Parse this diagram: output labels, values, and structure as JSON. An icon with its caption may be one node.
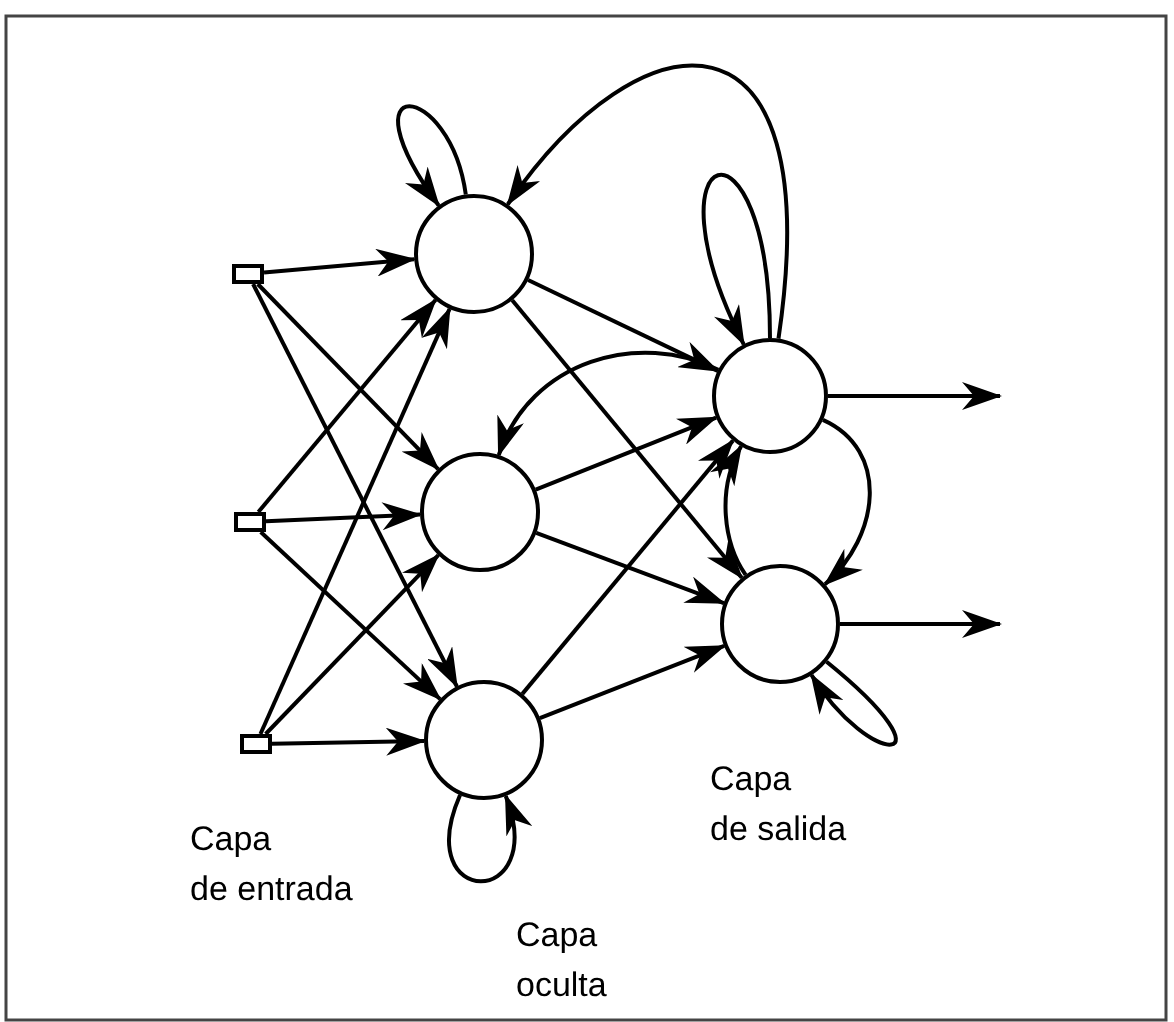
{
  "diagram": {
    "nodes": [
      {
        "text": [],
        "shape": "box"
      },
      {
        "text": [],
        "shape": "box"
      },
      {
        "text": [],
        "shape": "box"
      },
      {
        "text": [],
        "shape": "circle"
      },
      {
        "text": [],
        "shape": "circle"
      },
      {
        "text": [],
        "shape": "circle"
      },
      {
        "text": [],
        "shape": "circle"
      },
      {
        "text": [],
        "shape": "circle"
      }
    ],
    "edges": [
      {
        "from": 0,
        "to": 3,
        "arrow": "to"
      },
      {
        "from": 0,
        "to": 4,
        "arrow": "to"
      },
      {
        "from": 0,
        "to": 5,
        "arrow": "to"
      },
      {
        "from": 1,
        "to": 3,
        "arrow": "to"
      },
      {
        "from": 1,
        "to": 4,
        "arrow": "to"
      },
      {
        "from": 1,
        "to": 5,
        "arrow": "to"
      },
      {
        "from": 2,
        "to": 3,
        "arrow": "to"
      },
      {
        "from": 2,
        "to": 4,
        "arrow": "to"
      },
      {
        "from": 2,
        "to": 5,
        "arrow": "to"
      },
      {
        "from": 3,
        "to": 6,
        "arrow": "to"
      },
      {
        "from": 3,
        "to": 7,
        "arrow": "to"
      },
      {
        "from": 4,
        "to": 6,
        "arrow": "to"
      },
      {
        "from": 4,
        "to": 7,
        "arrow": "to"
      },
      {
        "from": 5,
        "to": 6,
        "arrow": "to"
      },
      {
        "from": 5,
        "to": 7,
        "arrow": "to"
      },
      {
        "from": 3,
        "to": 3,
        "arrow": "to"
      },
      {
        "from": 5,
        "to": 5,
        "arrow": "to"
      },
      {
        "from": 6,
        "to": 6,
        "arrow": "to"
      },
      {
        "from": 7,
        "to": 7,
        "arrow": "to"
      },
      {
        "from": 6,
        "to": 3,
        "arrow": "to"
      },
      {
        "from": 6,
        "to": 4,
        "arrow": "to"
      },
      {
        "from": 6,
        "to": 7,
        "arrow": "to"
      },
      {
        "from": 7,
        "to": 6,
        "arrow": "to"
      },
      {
        "from": 6,
        "to": null,
        "arrow": "to"
      },
      {
        "from": 7,
        "to": null,
        "arrow": "to"
      }
    ],
    "labels": [
      "Capa de entrada",
      "Capa oculta",
      "Capa de salida"
    ]
  }
}
